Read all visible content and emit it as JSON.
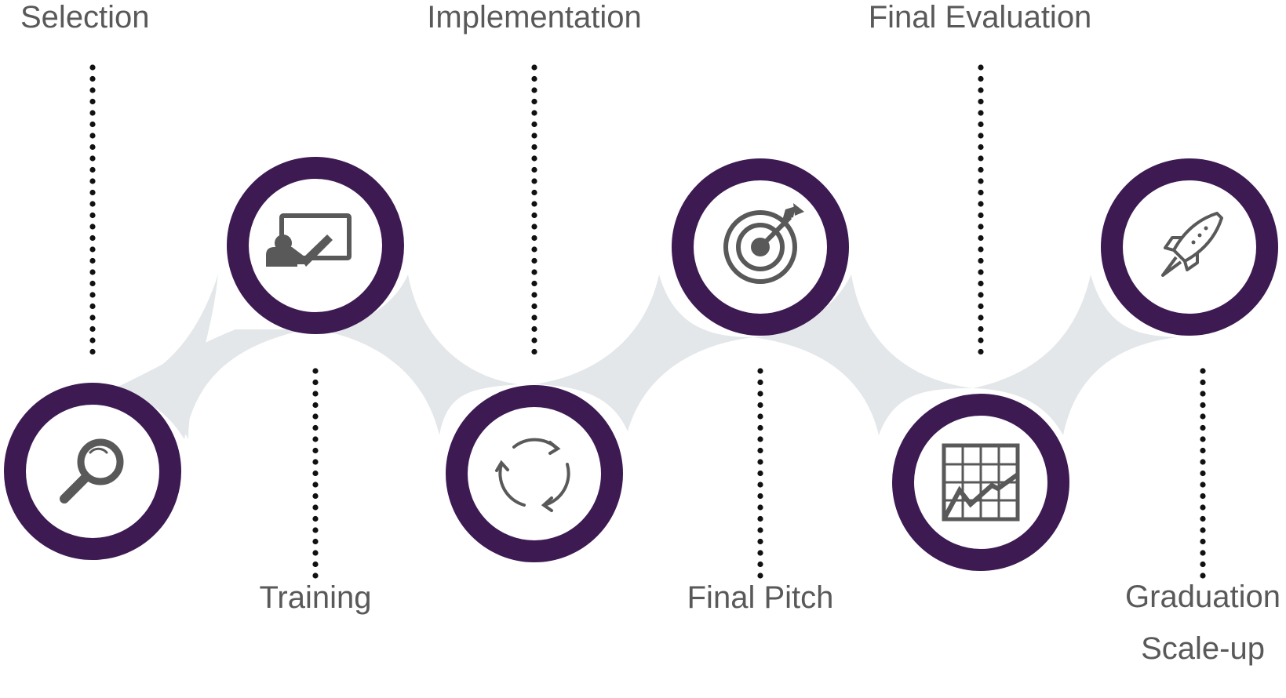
{
  "colors": {
    "ring": "#3d1a52",
    "connector": "#e3e7e9",
    "icon": "#595959",
    "text": "#595959",
    "dots": "#111111"
  },
  "steps": [
    {
      "label": "Selection",
      "icon": "magnifier-icon"
    },
    {
      "label": "Training",
      "icon": "presentation-board-icon"
    },
    {
      "label": "Implementation",
      "icon": "cycle-arrows-icon"
    },
    {
      "label": "Final Pitch",
      "icon": "target-arrow-icon"
    },
    {
      "label": "Final Evaluation",
      "icon": "growth-chart-icon"
    },
    {
      "label": "Graduation\nScale-up",
      "lines": [
        "Graduation",
        "Scale-up"
      ],
      "icon": "rocket-icon"
    }
  ]
}
